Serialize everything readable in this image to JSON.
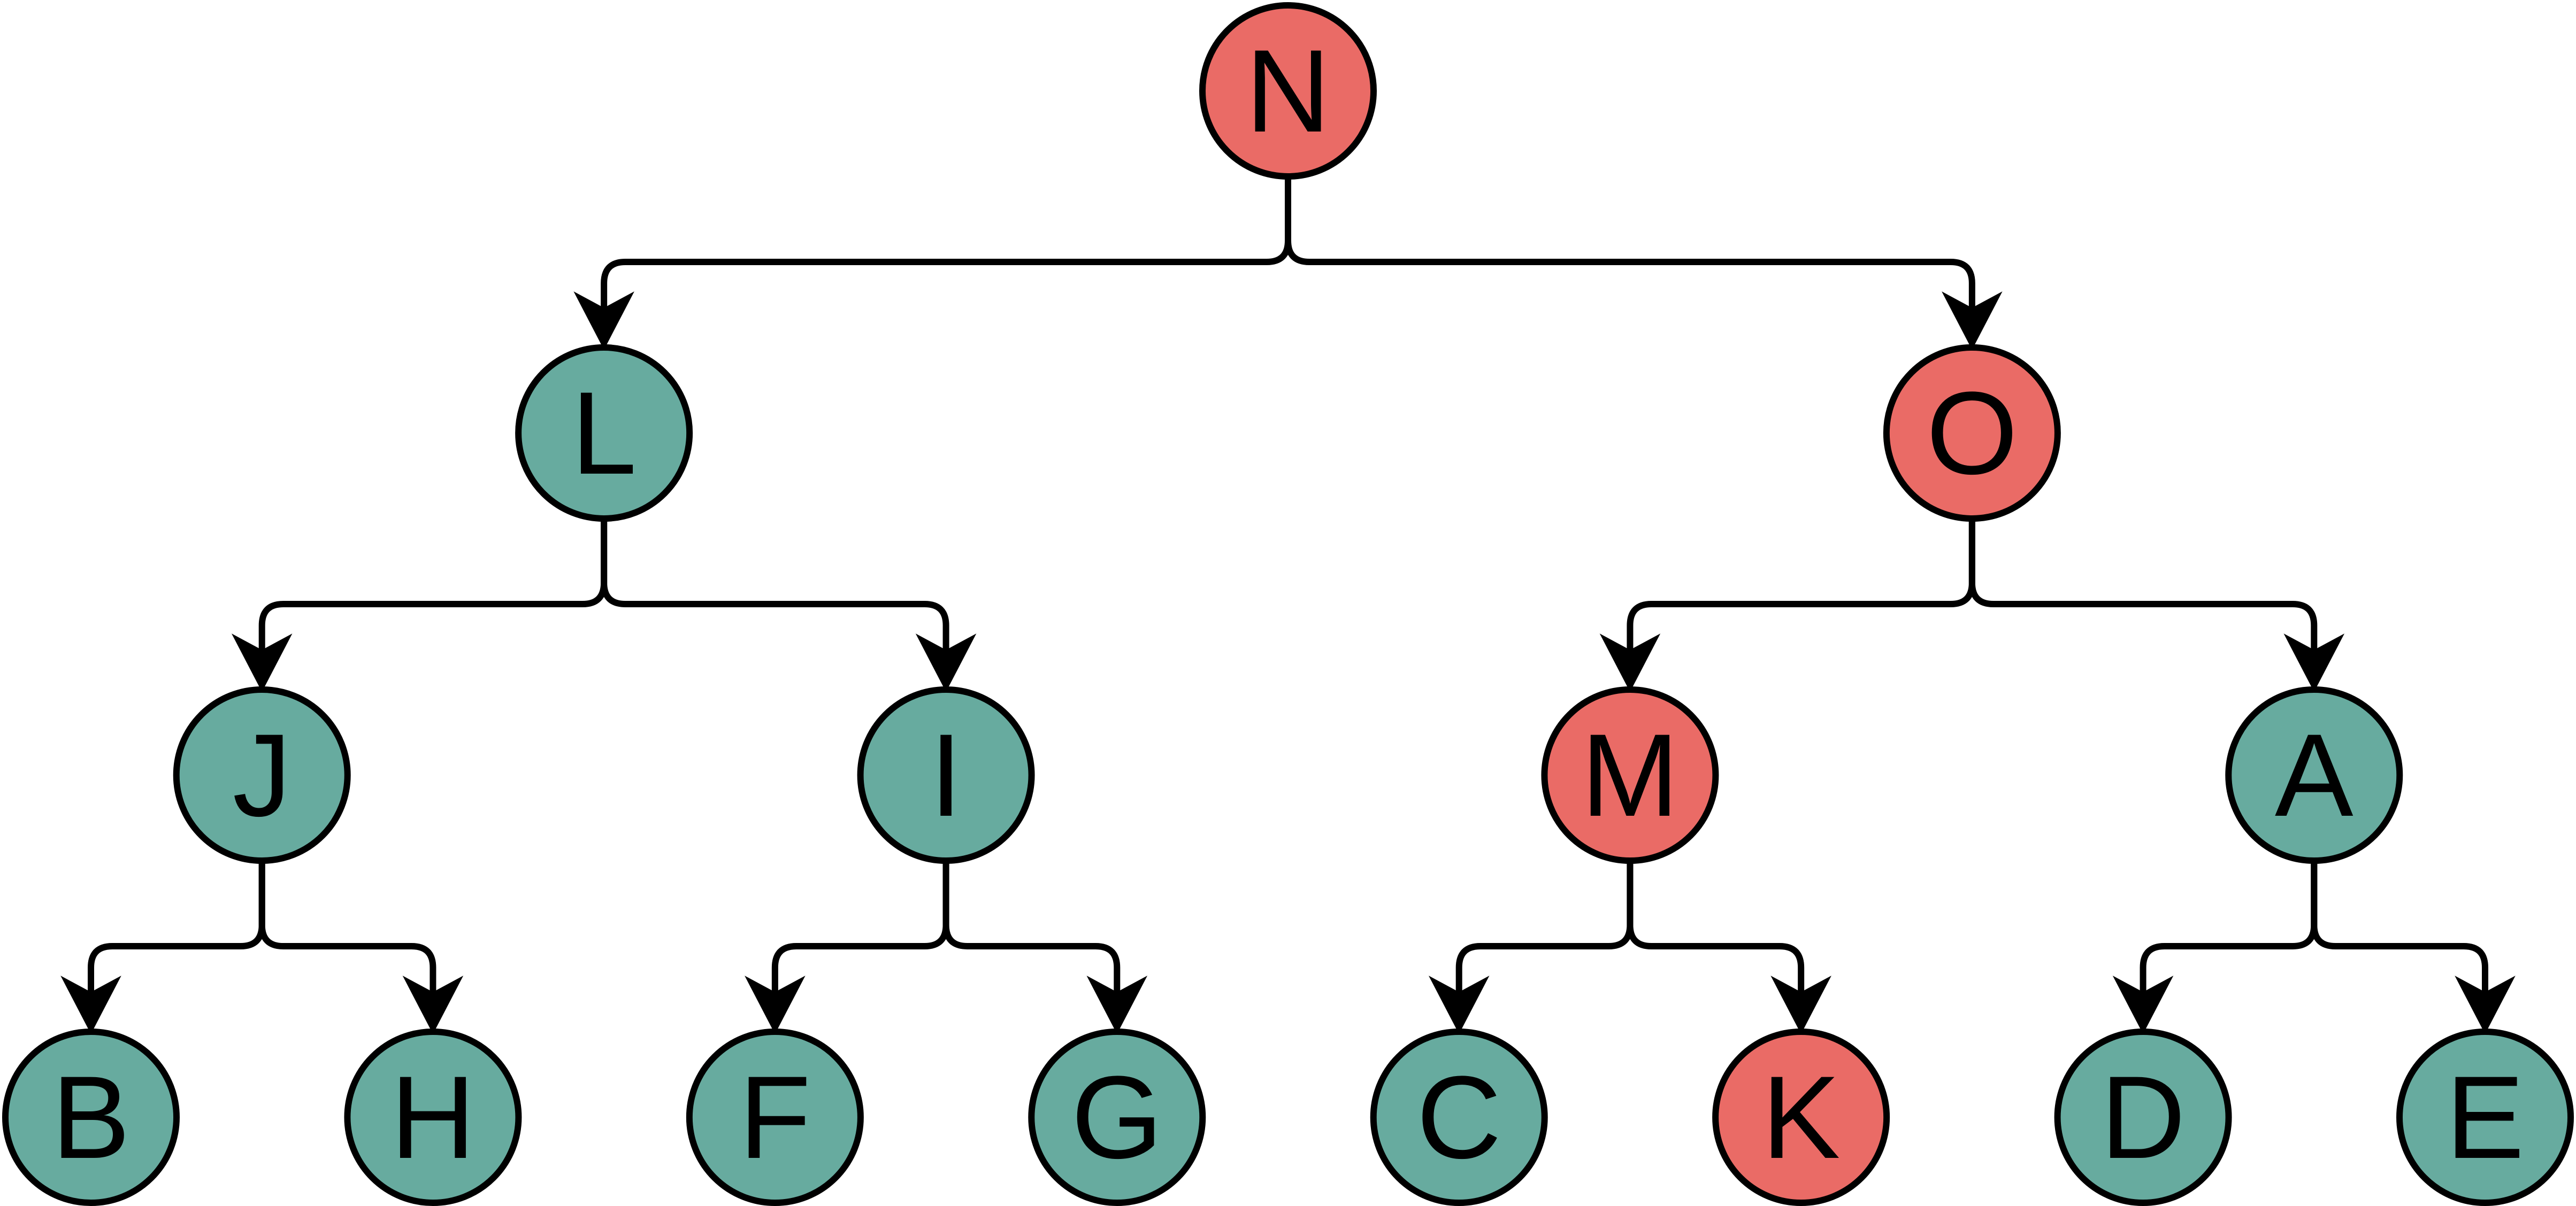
{
  "colors": {
    "red_node": "#EA6B66",
    "teal_node": "#67AB9F",
    "stroke": "#000000"
  },
  "tree": {
    "root": "n",
    "nodes": {
      "n": {
        "label": "N",
        "color": "red",
        "children": [
          "l",
          "o"
        ]
      },
      "l": {
        "label": "L",
        "color": "teal",
        "children": [
          "j",
          "i"
        ]
      },
      "o": {
        "label": "O",
        "color": "red",
        "children": [
          "m",
          "a"
        ]
      },
      "j": {
        "label": "J",
        "color": "teal",
        "children": [
          "b",
          "h"
        ]
      },
      "i": {
        "label": "I",
        "color": "teal",
        "children": [
          "f",
          "g"
        ]
      },
      "m": {
        "label": "M",
        "color": "red",
        "children": [
          "c",
          "k"
        ]
      },
      "a": {
        "label": "A",
        "color": "teal",
        "children": [
          "d",
          "e"
        ]
      },
      "b": {
        "label": "B",
        "color": "teal",
        "children": []
      },
      "h": {
        "label": "H",
        "color": "teal",
        "children": []
      },
      "f": {
        "label": "F",
        "color": "teal",
        "children": []
      },
      "g": {
        "label": "G",
        "color": "teal",
        "children": []
      },
      "c": {
        "label": "C",
        "color": "teal",
        "children": []
      },
      "k": {
        "label": "K",
        "color": "red",
        "children": []
      },
      "d": {
        "label": "D",
        "color": "teal",
        "children": []
      },
      "e": {
        "label": "E",
        "color": "teal",
        "children": []
      }
    }
  }
}
